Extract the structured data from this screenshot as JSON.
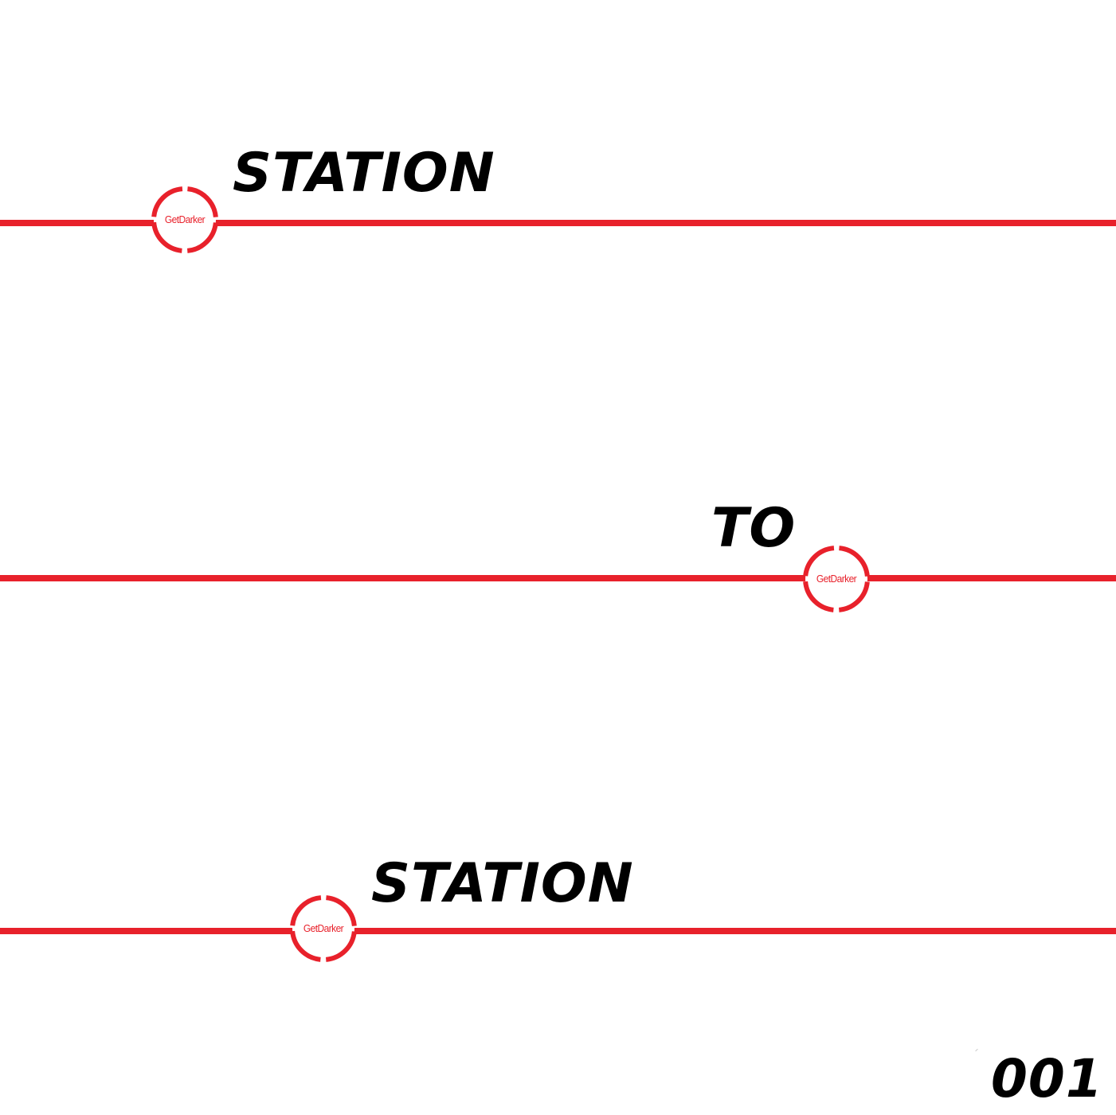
{
  "colors": {
    "accent": "#e8212b",
    "text": "#000000",
    "background": "#ffffff"
  },
  "stops": [
    {
      "word": "STATION",
      "badge_label": "GetDarker"
    },
    {
      "word": "TO",
      "badge_label": "GetDarker"
    },
    {
      "word": "STATION",
      "badge_label": "GetDarker"
    }
  ],
  "issue_number": "001"
}
